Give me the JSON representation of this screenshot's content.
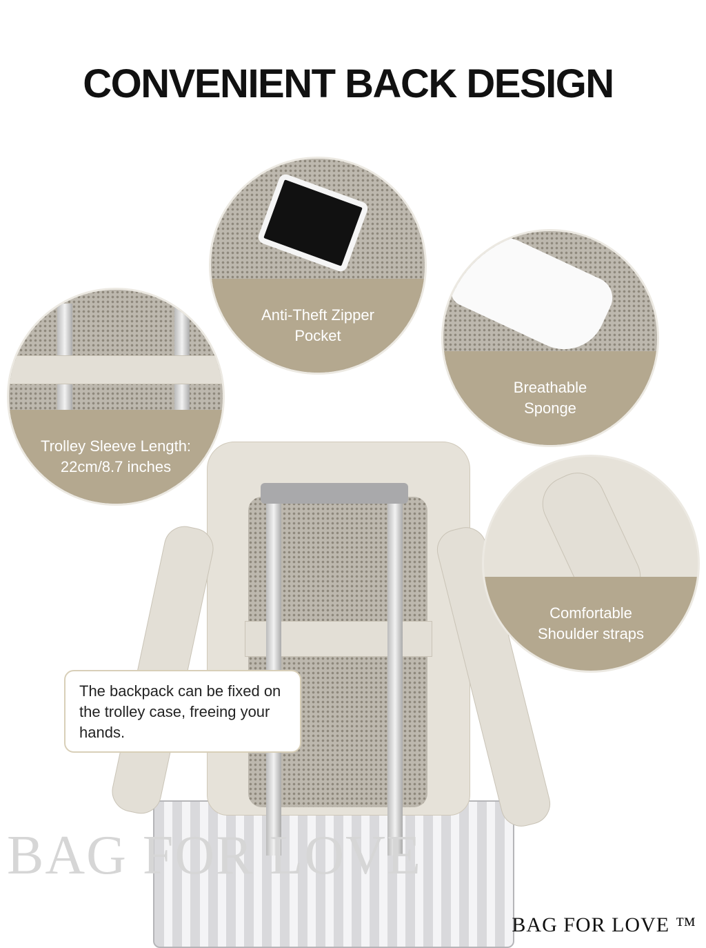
{
  "title": "CONVENIENT BACK DESIGN",
  "features": [
    {
      "label_line1": "Anti-Theft Zipper",
      "label_line2": "Pocket"
    },
    {
      "label_line1": "Trolley Sleeve Length:",
      "label_line2": "22cm/8.7 inches"
    },
    {
      "label_line1": "Breathable",
      "label_line2": "Sponge"
    },
    {
      "label_line1": "Comfortable",
      "label_line2": "Shoulder straps"
    }
  ],
  "callout": "The backpack can be fixed on the trolley case, freeing your hands.",
  "watermark": "BAG FOR LOVE",
  "brand": "BAG FOR LOVE ™",
  "colors": {
    "band": "#b4a88f",
    "product": "#e3dfd6"
  }
}
